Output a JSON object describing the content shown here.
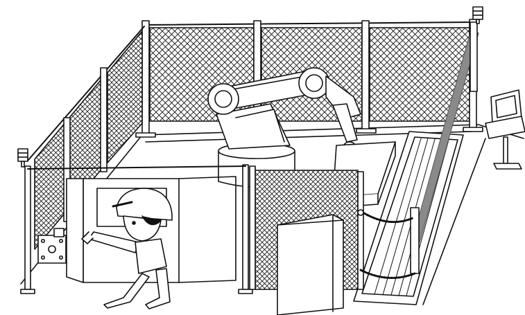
{
  "scene": {
    "colors": {
      "line": "#111111",
      "fill": "#ffffff",
      "light_curtain_beam": "#8a8a8a",
      "mesh": "#111111"
    },
    "elements": [
      "safety-fence-with-mesh-panels",
      "industrial-robot-arm",
      "worker-with-helmet",
      "fence-door",
      "door-interlock-switch-box",
      "operator-control-terminal",
      "light-curtain",
      "stack-light",
      "conveyor-ramp",
      "safety-chain"
    ]
  }
}
